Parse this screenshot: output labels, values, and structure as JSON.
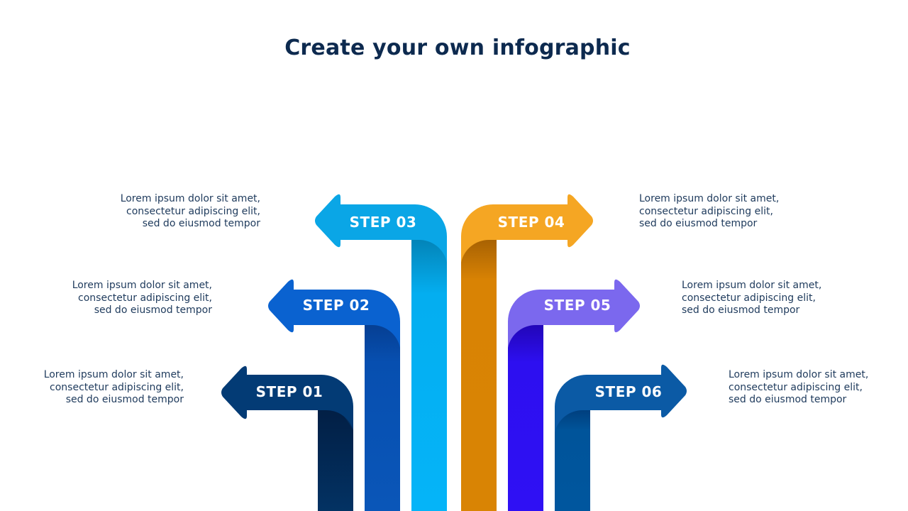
{
  "title": "Create your own infographic",
  "steps": [
    {
      "label": "STEP 01",
      "color": "#033b75",
      "text": "Lorem ipsum dolor sit amet, consectetur adipiscing elit, sed do eiusmod tempor"
    },
    {
      "label": "STEP 02",
      "color": "#0a62d0",
      "text": "Lorem ipsum dolor sit amet, consectetur adipiscing elit, sed do eiusmod tempor"
    },
    {
      "label": "STEP 03",
      "color": "#0aa6e6",
      "text": "Lorem ipsum dolor sit amet, consectetur adipiscing elit, sed do eiusmod tempor"
    },
    {
      "label": "STEP 04",
      "color": "#f5a623",
      "text": "Lorem ipsum dolor sit amet, consectetur adipiscing elit, sed do eiusmod tempor"
    },
    {
      "label": "STEP 05",
      "color": "#7b68ee",
      "text": "Lorem ipsum dolor sit amet, consectetur adipiscing elit, sed do eiusmod tempor"
    },
    {
      "label": "STEP 06",
      "color": "#0b5aa5",
      "text": "Lorem ipsum dolor sit amet, consectetur adipiscing elit, sed do eiusmod tempor"
    }
  ]
}
